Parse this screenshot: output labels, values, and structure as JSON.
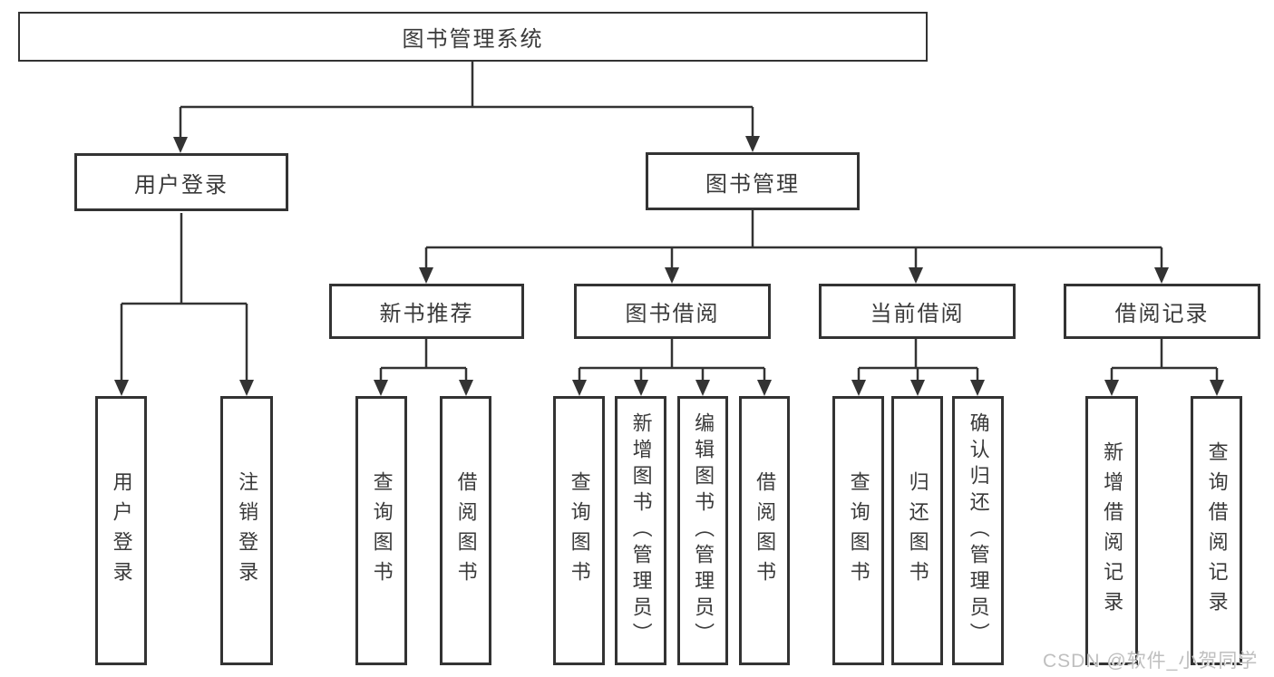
{
  "diagram": {
    "root": {
      "label": "图书管理系统",
      "children": [
        {
          "label": "用户登录",
          "children": [
            {
              "label": "用户登录"
            },
            {
              "label": "注销登录"
            }
          ]
        },
        {
          "label": "图书管理",
          "children": [
            {
              "label": "新书推荐",
              "children": [
                {
                  "label": "查询图书"
                },
                {
                  "label": "借阅图书"
                }
              ]
            },
            {
              "label": "图书借阅",
              "children": [
                {
                  "label": "查询图书"
                },
                {
                  "label": "新增图书（管理员）"
                },
                {
                  "label": "编辑图书（管理员）"
                },
                {
                  "label": "借阅图书"
                }
              ]
            },
            {
              "label": "当前借阅",
              "children": [
                {
                  "label": "查询图书"
                },
                {
                  "label": "归还图书"
                },
                {
                  "label": "确认归还（管理员）"
                }
              ]
            },
            {
              "label": "借阅记录",
              "children": [
                {
                  "label": "新增借阅记录"
                },
                {
                  "label": "查询借阅记录"
                }
              ]
            }
          ]
        }
      ]
    }
  },
  "watermark": {
    "text": "CSDN @软件_小贺同学",
    "color": "#bfbfbf"
  },
  "colors": {
    "line": "#333333",
    "box_border": "#333333",
    "text": "#3a3a3a",
    "background": "#ffffff"
  }
}
